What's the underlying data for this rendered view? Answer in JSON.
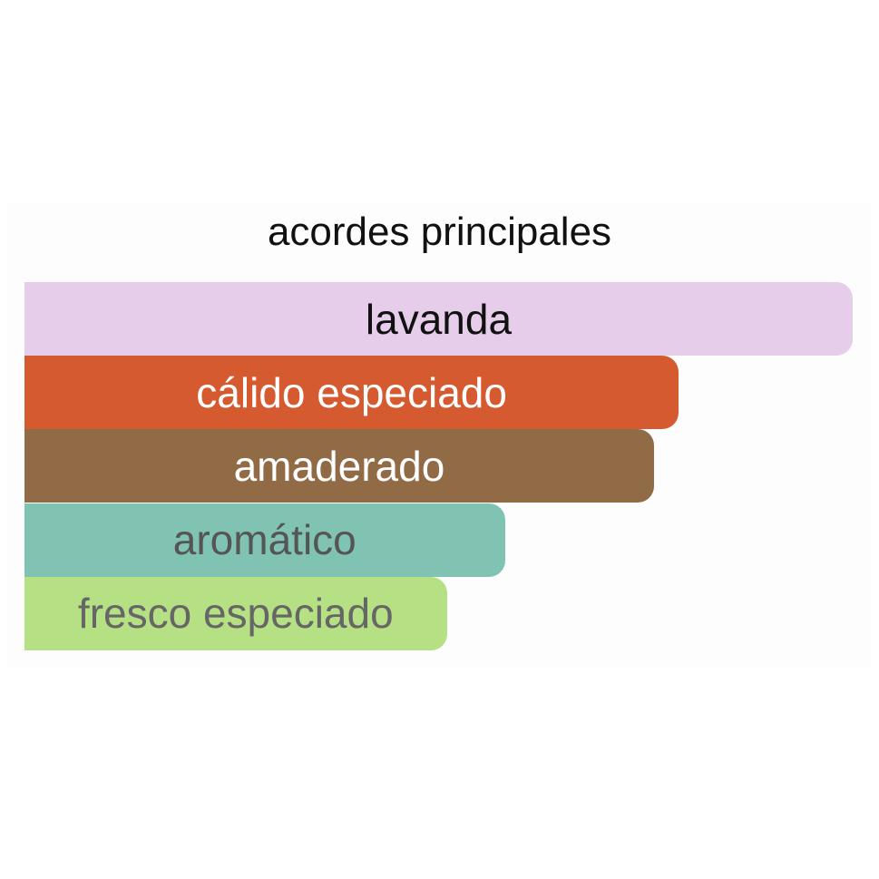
{
  "chart_data": {
    "type": "bar",
    "orientation": "horizontal",
    "title": "acordes principales",
    "categories": [
      "lavanda",
      "cálido especiado",
      "amaderado",
      "aromático",
      "fresco especiado"
    ],
    "values": [
      100,
      79,
      76,
      58,
      51
    ],
    "xlim": [
      0,
      100
    ],
    "colors": [
      "#e6cdea",
      "#d65a30",
      "#916b45",
      "#80c3b3",
      "#b5e084"
    ],
    "text_colors": [
      "#111111",
      "#ffffff",
      "#ffffff",
      "#555555",
      "#666666"
    ]
  }
}
